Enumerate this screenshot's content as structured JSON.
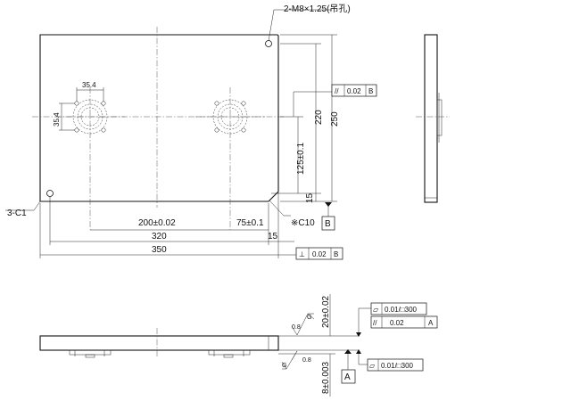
{
  "plan_view": {
    "thread_note": "2-M8×1.25(吊孔)",
    "chamfer_note": "3-C1",
    "corner_note": "※C10",
    "dims": {
      "pitch_x": "35.4",
      "pitch_y": "35.4",
      "hole_spacing": "200±0.02",
      "edge_to_hole": "75±0.1",
      "hole_span": "320",
      "overall_width": "350",
      "edge_small": "15",
      "height_overall": "250",
      "height_inner": "220",
      "hole_height": "125±0.1",
      "bottom_offset": "15"
    },
    "datum_b": "B",
    "parallelism_frame": {
      "symbol": "//",
      "value": "0.02",
      "datum": "B"
    },
    "perpendicularity_frame": {
      "symbol": "⊥",
      "value": "0.02",
      "datum": "B"
    }
  },
  "front_view": {
    "thickness_top": "20±0.02",
    "thickness_bottom": "8±0.003",
    "roughness_top": "0.8",
    "roughness_bottom": "0.8",
    "roughness_letter_top": "G",
    "roughness_letter_bottom": "G",
    "flatness_top": {
      "symbol": "▱",
      "value": "0.01/□300"
    },
    "parallelism_a": {
      "symbol": "//",
      "value": "0.02",
      "datum": "A"
    },
    "flatness_bottom": {
      "symbol": "▱",
      "value": "0.01/□300"
    },
    "datum_a": "A"
  }
}
